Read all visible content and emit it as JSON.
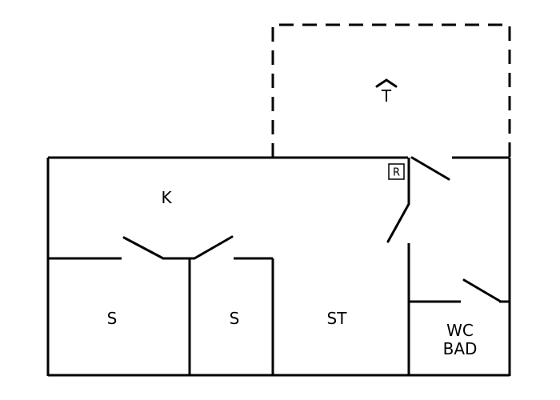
{
  "floor_plan": {
    "rooms": {
      "kitchen": "K",
      "bedroom_left": "S",
      "bedroom_right": "S",
      "living_room": "ST",
      "bathroom_line1": "WC",
      "bathroom_line2": "BAD",
      "terrace": "T"
    },
    "marker": "R"
  }
}
